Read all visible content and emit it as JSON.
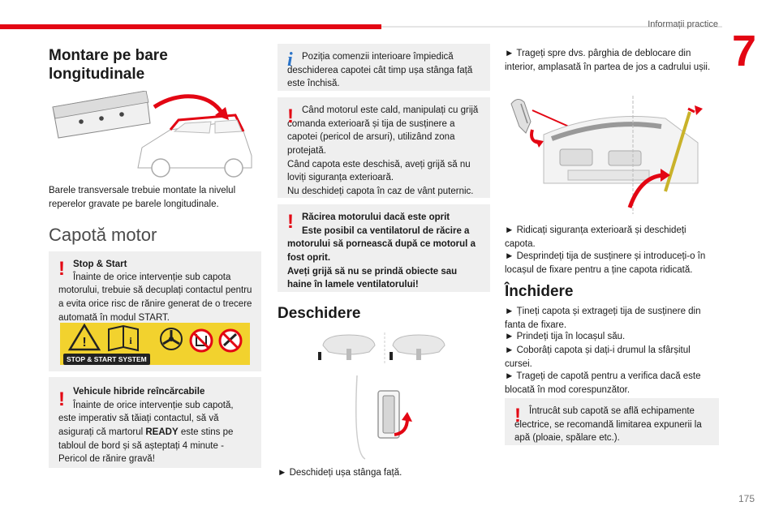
{
  "header": {
    "section": "Informații practice",
    "chapter": "7",
    "page": "175"
  },
  "left": {
    "title1": "Montare pe bare longitudinale",
    "caption1": "Barele transversale trebuie montate la nivelul reperelor gravate pe barele longitudinale.",
    "title2": "Capotă motor",
    "warn1": {
      "title": "Stop & Start",
      "text": "Înainte de orice intervenție sub capota motorului, trebuie să decuplați contactul pentru a evita orice risc de rănire generat de o trecere automată în modul START."
    },
    "stopstart_label": "STOP & START SYSTEM",
    "warn2": {
      "title": "Vehicule hibride reîncărcabile",
      "text_a": "Înainte de orice intervenție sub capotă, este imperativ să tăiați contactul, să vă asigurați că martorul ",
      "text_bold": "READY",
      "text_b": " este stins pe tabloul de bord și să așteptați 4 minute - Pericol de rănire gravă!"
    }
  },
  "middle": {
    "info1": "Poziția comenzii interioare împiedică deschiderea capotei cât timp ușa stânga față este închisă.",
    "warn3_l1": "Când motorul este cald, manipulați cu grijă comanda exterioară și tija de susținere a capotei (pericol de arsuri), utilizând zona protejată.",
    "warn3_l2": "Când capota este deschisă, aveți grijă să nu loviți siguranța exterioară.",
    "warn3_l3": "Nu deschideți capota în caz de vânt puternic.",
    "warn4_l1": "Răcirea motorului dacă este oprit",
    "warn4_l2": "Este posibil ca ventilatorul de răcire a motorului să pornească după ce motorul a fost oprit.",
    "warn4_l3": "Aveți grijă să nu se prindă obiecte sau haine în lamele ventilatorului!",
    "title3": "Deschidere",
    "step1": "► Deschideți ușa stânga față."
  },
  "right": {
    "step2": "► Trageți spre dvs. pârghia de deblocare din interior, amplasată în partea de jos a cadrului ușii.",
    "step3": "► Ridicați siguranța exterioară și deschideți capota.",
    "step4": "► Desprindeți tija de susținere și introduceți-o în locașul de fixare pentru a ține capota ridicată.",
    "title4": "Închidere",
    "close1": "► Țineți capota și extrageți tija de susținere din fanta de fixare.",
    "close2": "► Prindeți tija în locașul său.",
    "close3": "► Coborâți capota și dați-i drumul la sfârșitul cursei.",
    "close4": "► Trageți de capotă pentru a verifica dacă este blocată în mod corespunzător.",
    "warn5": "Întrucât sub capotă se află echipamente electrice, se recomandă limitarea expunerii la apă (ploaie, spălare etc.)."
  },
  "icons": [
    "warning-triangle-icon",
    "manual-book-icon",
    "fan-icon",
    "hand-forbidden-icon",
    "screwdriver-forbidden-icon",
    "warning-exclamation-icon",
    "info-icon"
  ],
  "colors": {
    "accent": "#e30613",
    "info": "#2a73c8",
    "box_bg": "#efefef",
    "stopstart_bg": "#f2d22e"
  }
}
